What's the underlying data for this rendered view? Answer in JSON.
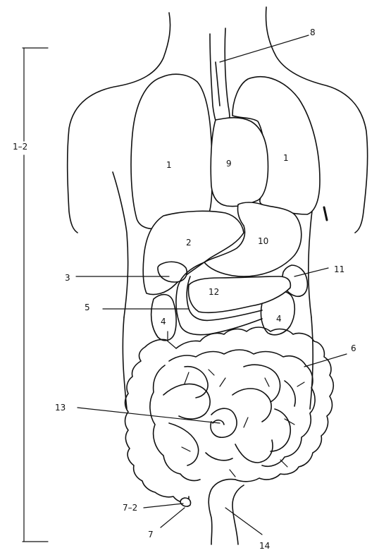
{
  "labels": {
    "range": "1–2",
    "lung_left": "1",
    "lung_right": "1",
    "liver": "2",
    "gallbladder": "3",
    "kidney_left": "4",
    "kidney_right": "4",
    "duodenum": "5",
    "colon": "6",
    "appendix": "7",
    "appendix_tip": "7–2",
    "esophagus": "8",
    "heart": "9",
    "stomach": "10",
    "spleen": "11",
    "pancreas": "12",
    "small_intestine": "13",
    "rectum": "14"
  }
}
